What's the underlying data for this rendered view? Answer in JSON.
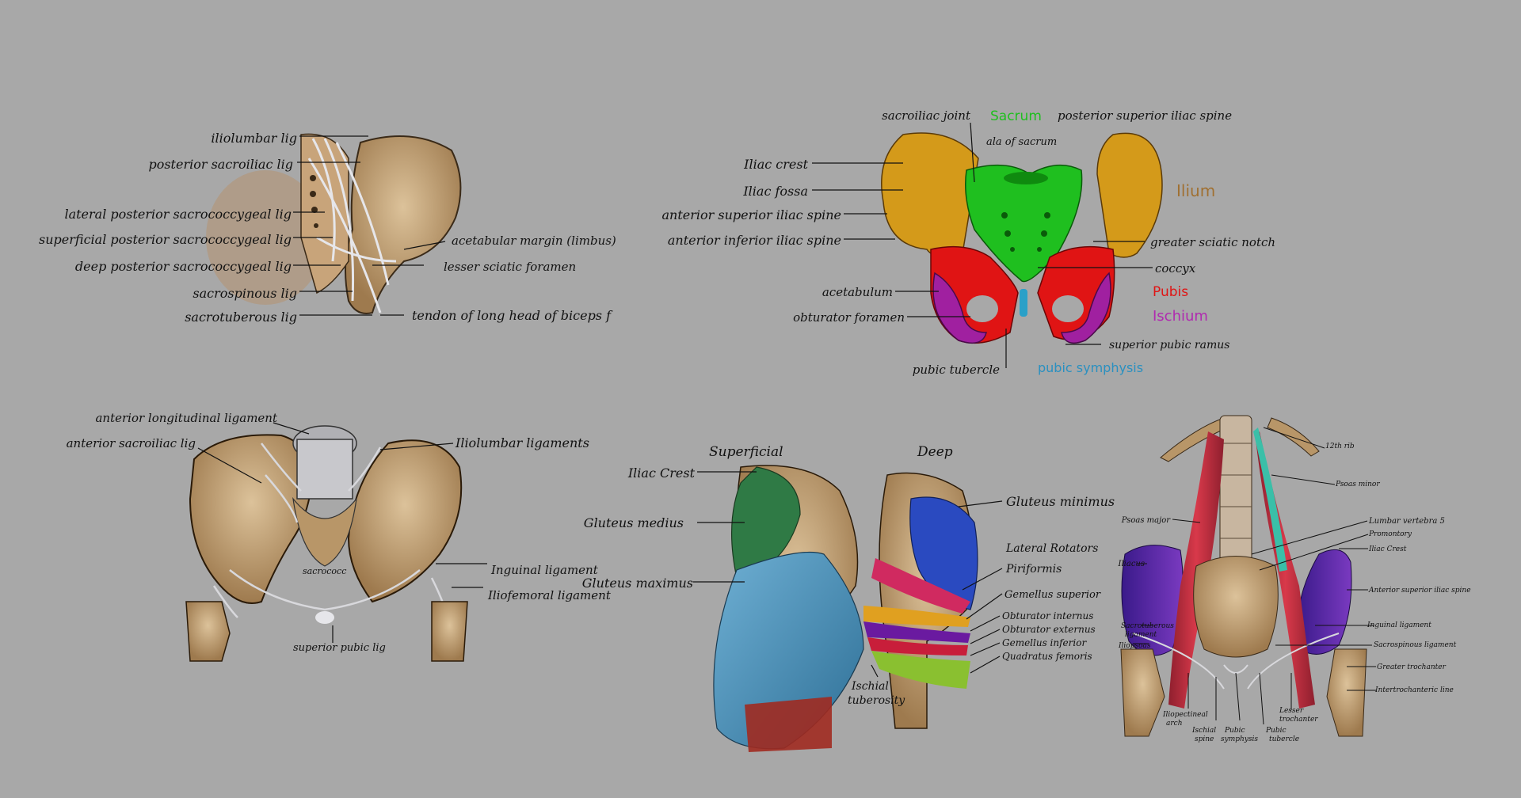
{
  "palette": {
    "background": "#a8a8a8",
    "bone": "#c9a77a",
    "bone_dark": "#8b6b45",
    "ilium": "#d49a1a",
    "sacrum": "#1fbf1f",
    "pubis": "#e01414",
    "ischium": "#a020a0",
    "symphysis": "#2aa0c8",
    "ligament": "#d8d8dc",
    "muscle_red": "#c42a38",
    "muscle_blue": "#4a8fb8",
    "muscle_green": "#2f7a45",
    "muscle_purple": "#5a2aa0",
    "line": "#111111"
  },
  "panel_a": {
    "labels": {
      "iliolumbar": "iliolumbar lig",
      "post_sacroiliac": "posterior sacroiliac lig",
      "lat_post_sacrococ": "lateral  posterior sacrococcygeal lig",
      "sup_post_sacrococ": "superficial  posterior sacrococcygeal lig",
      "deep_post_sacrococ": "deep posterior sacrococcygeal lig",
      "sacrospinous": "sacrospinous lig",
      "sacrotuberous": "sacrotuberous lig",
      "acetabular_margin": "acetabular margin (limbus)",
      "lesser_sciatic": "lesser sciatic foramen",
      "tendon_biceps": "tendon of long head of biceps f"
    }
  },
  "panel_b": {
    "labels": {
      "sacroiliac_joint": "sacroiliac joint",
      "sacrum": "Sacrum",
      "psis": "posterior superior iliac spine",
      "ala_sacrum": "ala of sacrum",
      "iliac_crest": "Iliac crest",
      "iliac_fossa": "Iliac fossa",
      "asis": "anterior superior iliac spine",
      "aiis": "anterior inferior iliac spine",
      "ilium": "Ilium",
      "greater_sciatic": "greater sciatic notch",
      "coccyx": "coccyx",
      "pubis": "Pubis",
      "ischium": "Ischium",
      "acetabulum": "acetabulum",
      "obturator_foramen": "obturator foramen",
      "superior_pubic_ramus": "superior pubic ramus",
      "pubic_tubercle": "pubic tubercle",
      "pubic_symphysis": "pubic symphysis"
    }
  },
  "panel_c": {
    "labels": {
      "ant_longitudinal": "anterior longitudinal ligament",
      "ant_sacroiliac": "anterior sacroiliac lig",
      "iliolumbar_ligs": "Iliolumbar ligaments",
      "sacrococc": "sacrococc",
      "inguinal": "Inguinal ligament",
      "iliofemoral": "Iliofemoral ligament",
      "superior_pubic": "superior pubic lig"
    }
  },
  "panel_d": {
    "labels": {
      "superficial": "Superficial",
      "deep": "Deep",
      "iliac_crest": "Iliac Crest",
      "gluteus_medius": "Gluteus medius",
      "gluteus_maximus": "Gluteus maximus",
      "gluteus_minimus": "Gluteus minimus",
      "lateral_rotators": "Lateral Rotators",
      "piriformis": "Piriformis",
      "gemellus_superior": "Gemellus superior",
      "obturator_internus": "Obturator internus",
      "obturator_externus": "Obturator externus",
      "gemellus_inferior": "Gemellus inferior",
      "quadratus_femoris": "Quadratus femoris",
      "ischial_tuberosity_1": "Ischial",
      "ischial_tuberosity_2": "tuberosity"
    }
  },
  "panel_e": {
    "labels": {
      "rib12": "12th rib",
      "psoas_minor": "Psoas minor",
      "psoas_major": "Psoas major",
      "lumbar_v5": "Lumbar vertebra 5",
      "promontory": "Promontory",
      "iliacus": "Iliacus",
      "iliac_crest": "Iliac Crest",
      "asis": "Anterior superior iliac spine",
      "sacrotuberous_1": "Sacrotuberous",
      "sacrotuberous_2": "ligament",
      "iliopsoas": "Iliopsoas",
      "inguinal": "Inguinal ligament",
      "sacrospinous": "Sacrospinous ligament",
      "greater_trochanter": "Greater trochanter",
      "intertrochanteric": "Intertrochanteric line",
      "iliopectineal_1": "Iliopectineal",
      "iliopectineal_2": "arch",
      "ischial_spine_1": "Ischial",
      "ischial_spine_2": "spine",
      "pubic_symphysis_1": "Pubic",
      "pubic_symphysis_2": "symphysis",
      "pubic_tubercle_1": "Pubic",
      "pubic_tubercle_2": "tubercle",
      "lesser_trochanter_1": "Lesser",
      "lesser_trochanter_2": "trochanter"
    }
  }
}
